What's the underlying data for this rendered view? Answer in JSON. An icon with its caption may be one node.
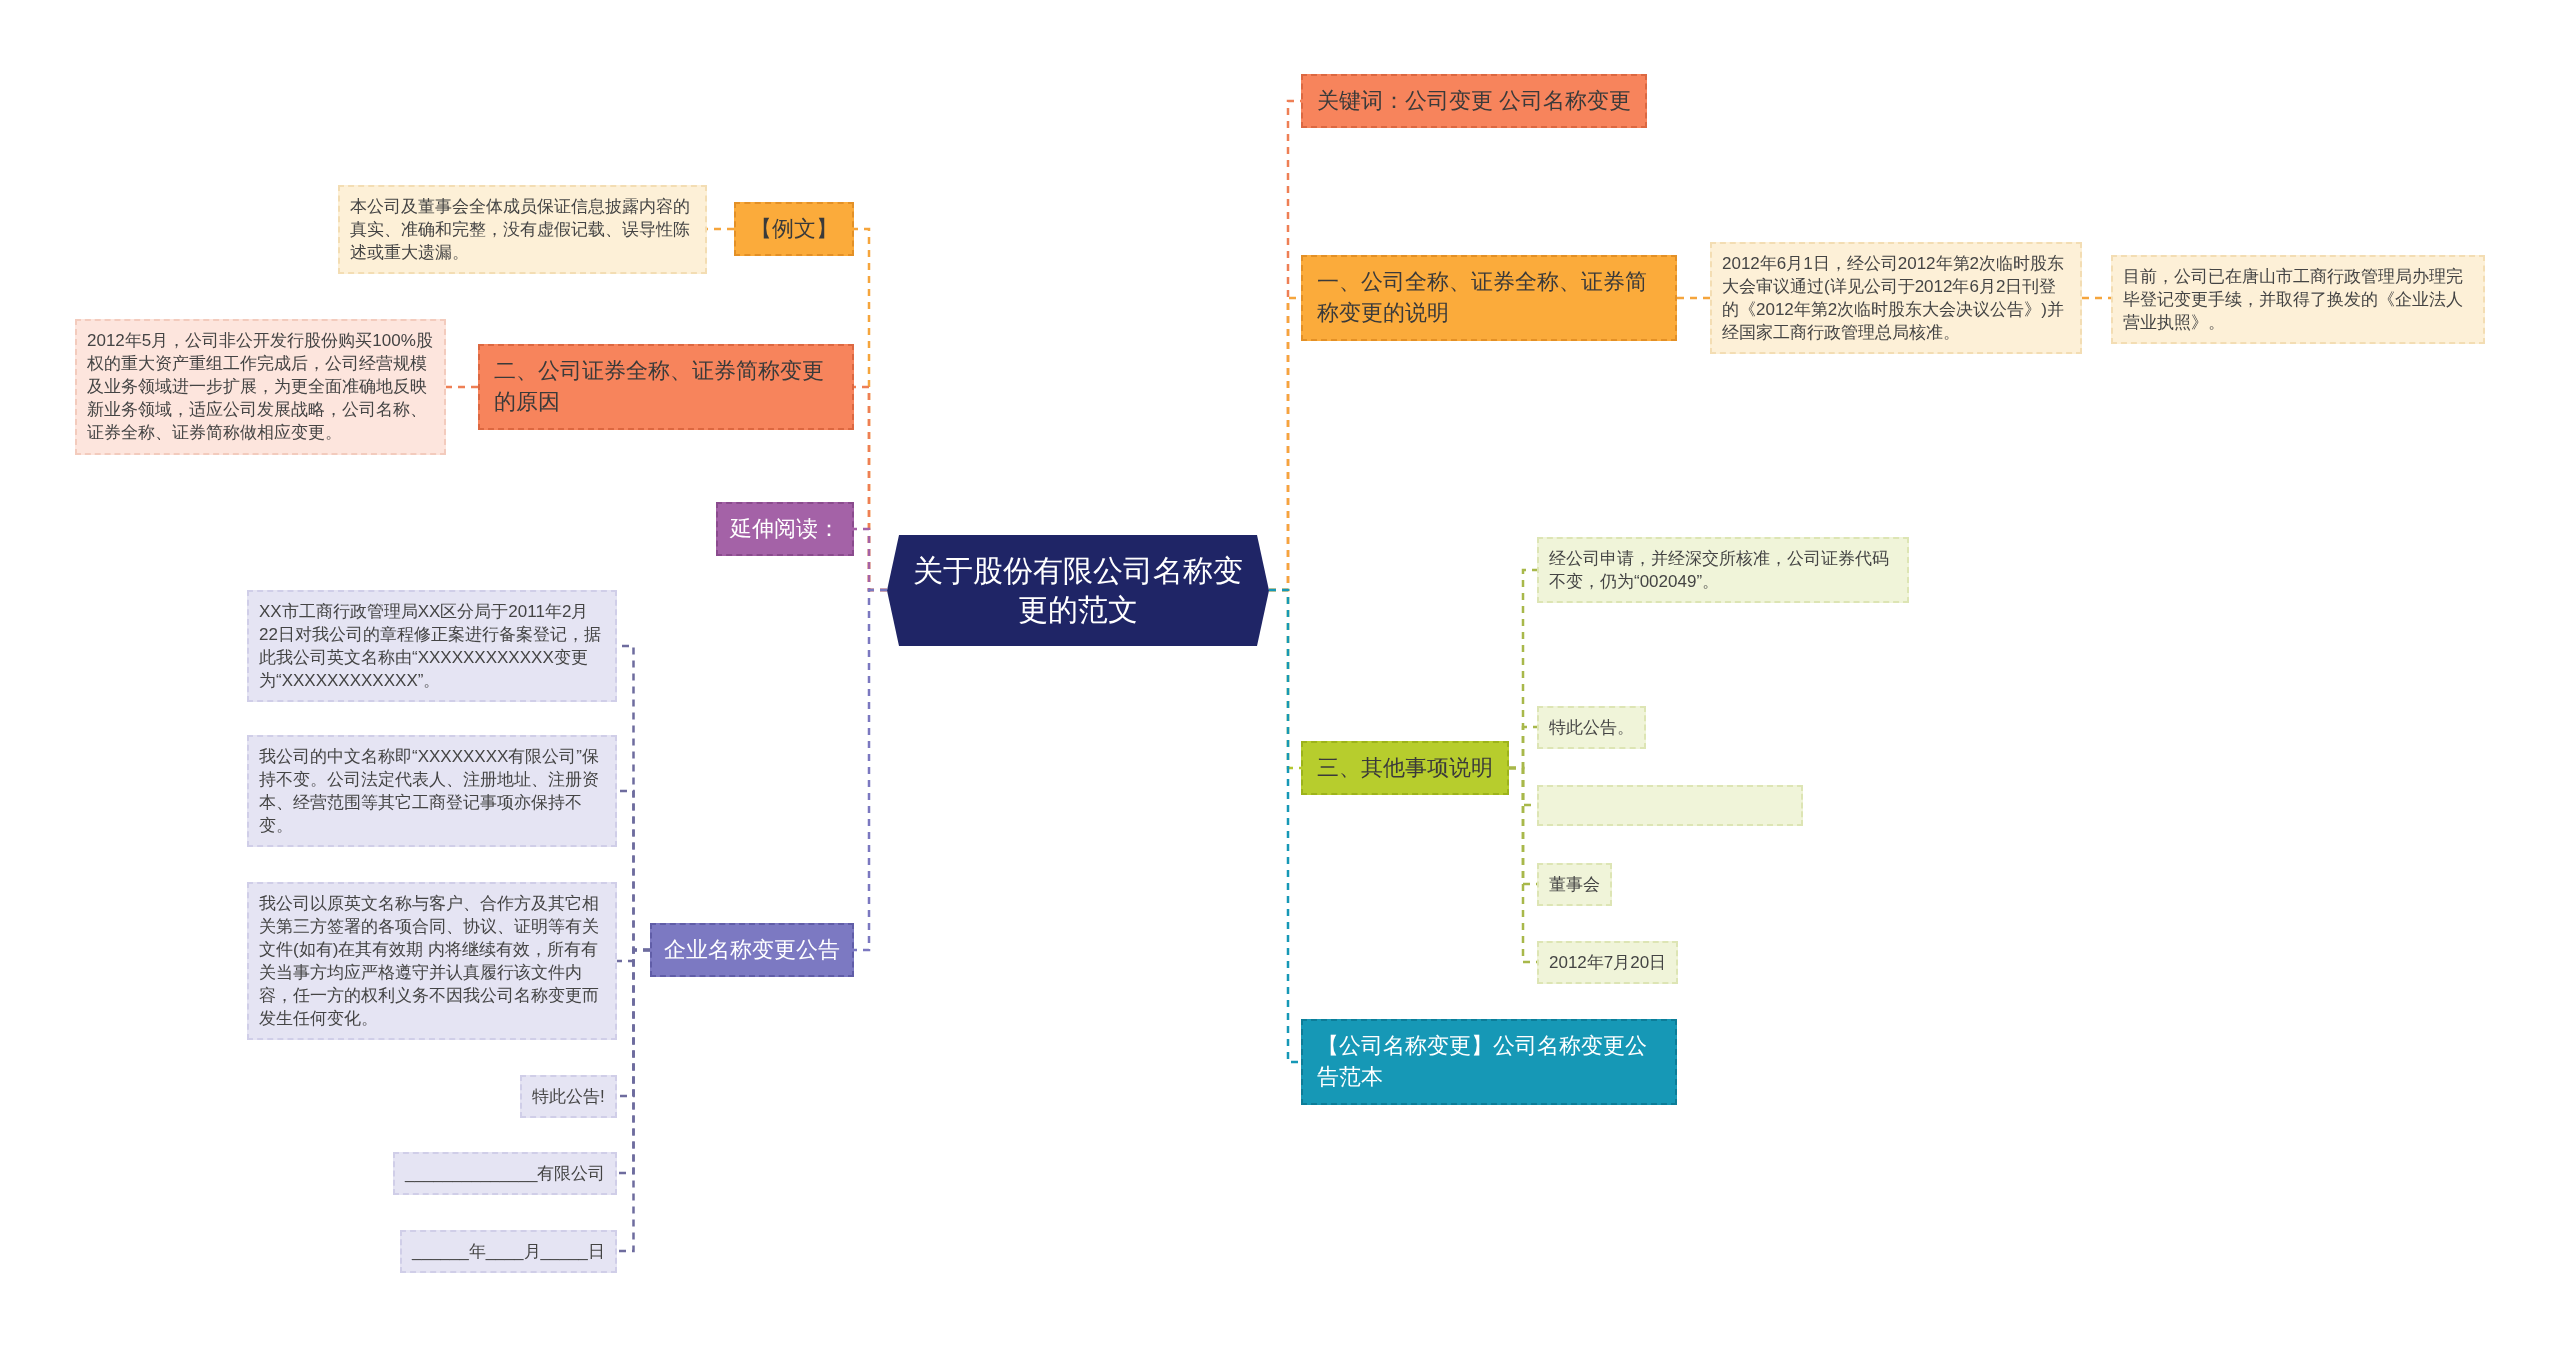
{
  "diagram": {
    "nodes": [
      {
        "text": [
          "关于股份有限公司名称变更的范文"
        ]
      },
      {
        "text": [
          "【例文】"
        ]
      },
      {
        "text": [
          "本公司及董事会全体成员保证信息披露内容的真实、准确和完整，没有虚假记载、误导性陈述或重大遗漏。"
        ]
      },
      {
        "text": [
          "二、公司证券全称、证券简称变更的原因"
        ]
      },
      {
        "text": [
          "2012年5月，公司非公开发行股份购买100%股权的重大资产重组工作完成后，公司经营规模及业务领域进一步扩展，为更全面准确地反映新业务领域，适应公司发展战略，公司名称、证券全称、证券简称做相应变更。"
        ]
      },
      {
        "text": [
          "延伸阅读："
        ]
      },
      {
        "text": [
          "企业名称变更公告"
        ]
      },
      {
        "text": [
          "XX市工商行政管理局XX区分局于2011年2月22日对我公司的章程修正案进行备案登记，据此我公司英文名称由“XXXXXXXXXXXX变更为“XXXXXXXXXXXX”。"
        ]
      },
      {
        "text": [
          "我公司的中文名称即“XXXXXXXX有限公司”保持不变。公司法定代表人、注册地址、注册资本、经营范围等其它工商登记事项亦保持不变。"
        ]
      },
      {
        "text": [
          "我公司以原英文名称与客户、合作方及其它相关第三方签署的各项合同、协议、证明等有关文件(如有)在其有效期 内将继续有效，所有有关当事方均应严格遵守并认真履行该文件内容，任一方的权利义务不因我公司名称变更而发生任何变化。"
        ]
      },
      {
        "text": [
          "特此公告!"
        ]
      },
      {
        "text": [
          "______________有限公司"
        ]
      },
      {
        "text": [
          "______年____月_____日"
        ]
      },
      {
        "text": [
          "关键词：公司变更 公司名称变更"
        ]
      },
      {
        "text": [
          "一、公司全称、证券全称、证券简称变更的说明"
        ]
      },
      {
        "text": [
          "2012年6月1日，经公司2012年第2次临时股东大会审议通过(详见公司于2012年6月2日刊登的《2012年第2次临时股东大会决议公告》)并经国家工商行政管理总局核准。"
        ]
      },
      {
        "text": [
          "目前，公司已在唐山市工商行政管理局办理完毕登记变更手续，并取得了换发的《企业法人营业执照》。"
        ]
      },
      {
        "text": [
          "三、其他事项说明"
        ]
      },
      {
        "text": [
          "经公司申请，并经深交所核准，公司证券代码不变，仍为“002049”。"
        ]
      },
      {
        "text": [
          "特此公告。"
        ]
      },
      {
        "text": [],
        "shape": "box"
      },
      {
        "text": [
          "董事会"
        ]
      },
      {
        "text": [
          "2012年7月20日"
        ]
      },
      {
        "text": [
          "【公司名称变更】公司名称变更公告范本"
        ]
      }
    ],
    "edges": [
      {
        "from": 0,
        "to": 1,
        "arrow": "none",
        "color": "#f5a53c"
      },
      {
        "from": 1,
        "to": 2,
        "arrow": "none",
        "color": "#f5a53c"
      },
      {
        "from": 0,
        "to": 3,
        "arrow": "none",
        "color": "#ee7f55"
      },
      {
        "from": 3,
        "to": 4,
        "arrow": "none",
        "color": "#ee7f55"
      },
      {
        "from": 0,
        "to": 5,
        "arrow": "none",
        "color": "#a461a6"
      },
      {
        "from": 0,
        "to": 6,
        "arrow": "none",
        "color": "#7b78c0"
      },
      {
        "from": 6,
        "to": 7,
        "arrow": "none",
        "color": "#6e6c9e"
      },
      {
        "from": 6,
        "to": 8,
        "arrow": "none",
        "color": "#6e6c9e"
      },
      {
        "from": 6,
        "to": 9,
        "arrow": "none",
        "color": "#6e6c9e"
      },
      {
        "from": 6,
        "to": 10,
        "arrow": "none",
        "color": "#6e6c9e"
      },
      {
        "from": 6,
        "to": 11,
        "arrow": "none",
        "color": "#6e6c9e"
      },
      {
        "from": 6,
        "to": 12,
        "arrow": "none",
        "color": "#6e6c9e"
      },
      {
        "from": 0,
        "to": 13,
        "arrow": "none",
        "color": "#ee7f55"
      },
      {
        "from": 0,
        "to": 14,
        "arrow": "none",
        "color": "#f5a53c"
      },
      {
        "from": 14,
        "to": 15,
        "arrow": "none",
        "color": "#f5a53c"
      },
      {
        "from": 15,
        "to": 16,
        "arrow": "none",
        "color": "#f5a53c"
      },
      {
        "from": 0,
        "to": 17,
        "arrow": "none",
        "color": "#b3c72e"
      },
      {
        "from": 17,
        "to": 18,
        "arrow": "none",
        "color": "#a8b84a"
      },
      {
        "from": 17,
        "to": 19,
        "arrow": "none",
        "color": "#a8b84a"
      },
      {
        "from": 17,
        "to": 20,
        "arrow": "none",
        "color": "#a8b84a"
      },
      {
        "from": 17,
        "to": 21,
        "arrow": "none",
        "color": "#a8b84a"
      },
      {
        "from": 17,
        "to": 22,
        "arrow": "none",
        "color": "#a8b84a"
      },
      {
        "from": 0,
        "to": 23,
        "arrow": "none",
        "color": "#1698b6"
      }
    ]
  }
}
